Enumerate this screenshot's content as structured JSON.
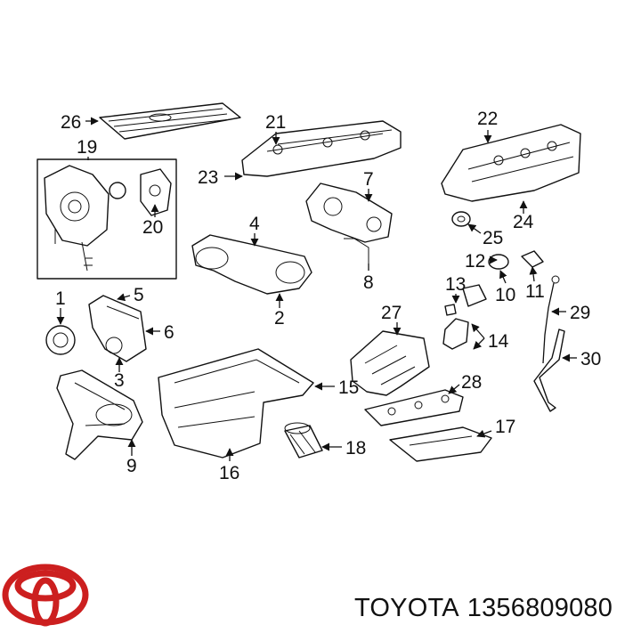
{
  "diagram": {
    "callouts": [
      "1",
      "2",
      "3",
      "4",
      "5",
      "6",
      "7",
      "8",
      "9",
      "10",
      "11",
      "12",
      "13",
      "14",
      "15",
      "16",
      "17",
      "18",
      "19",
      "20",
      "21",
      "22",
      "23",
      "24",
      "25",
      "26",
      "27",
      "28",
      "29",
      "30"
    ]
  },
  "brand": {
    "logo_icon": "toyota-logo-icon",
    "logo_color": "#cc1f1f",
    "name": "TOYOTA",
    "part_number": "1356809080"
  }
}
